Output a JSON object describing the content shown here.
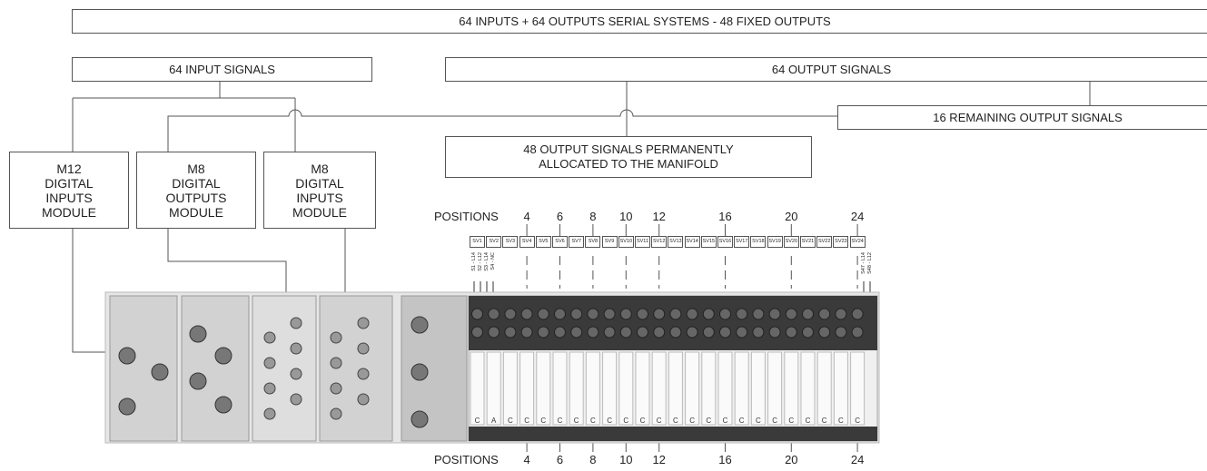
{
  "title_box": "64 INPUTS + 64 OUTPUTS SERIAL SYSTEMS - 48 FIXED OUTPUTS",
  "input_signals": "64 INPUT SIGNALS",
  "output_signals": "64 OUTPUT SIGNALS",
  "remaining_outputs": "16 REMAINING OUTPUT SIGNALS",
  "fixed_outputs": "48 OUTPUT SIGNALS PERMANENTLY\nALLOCATED TO THE MANIFOLD",
  "modules": {
    "m12_inputs": "M12\nDIGITAL\nINPUTS\nMODULE",
    "m8_outputs": "M8\nDIGITAL\nOUTPUTS\nMODULE",
    "m8_inputs": "M8\nDIGITAL\nINPUTS\nMODULE"
  },
  "positions_label": "POSITIONS",
  "position_numbers": [
    "4",
    "6",
    "8",
    "10",
    "12",
    "16",
    "20",
    "24"
  ],
  "solenoid_valves": [
    "SV1",
    "SV2",
    "SV3",
    "SV4",
    "SV5",
    "SV6",
    "SV7",
    "SV8",
    "SV9",
    "SV10",
    "SV11",
    "SV12",
    "SV13",
    "SV14",
    "SV15",
    "SV16",
    "SV17",
    "SV18",
    "SV19",
    "SV20",
    "SV21",
    "SV22",
    "SV23",
    "SV24"
  ],
  "left_signal_tags": [
    "S1 - L14",
    "S2 - L12",
    "S3 - L14",
    "S4 - NC"
  ],
  "right_signal_tags": [
    "S47 - L14",
    "S48 - L12"
  ],
  "valve_bottom_codes": [
    "C",
    "A",
    "C",
    "C",
    "C",
    "C",
    "C",
    "C",
    "C",
    "C",
    "C",
    "C",
    "C",
    "C",
    "C",
    "C",
    "C",
    "C",
    "C",
    "C",
    "C",
    "C",
    "C",
    "C"
  ]
}
